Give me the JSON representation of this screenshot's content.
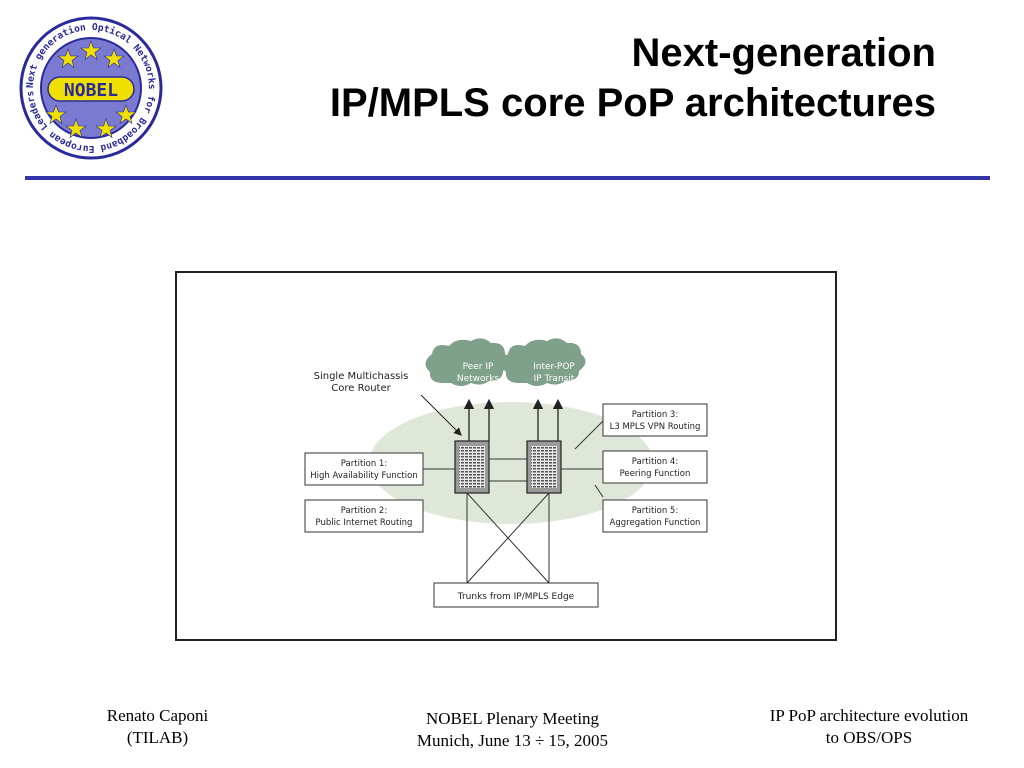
{
  "logo": {
    "ring_text": "Next generation Optical Networks for Broadband European Leadership",
    "center_text": "NOBEL",
    "colors": {
      "ring": "#2a2a9c",
      "fill": "#7a7ad0",
      "stars": "#f0e000",
      "text": "#ffffff"
    }
  },
  "title": {
    "line1": "Next-generation",
    "line2": "IP/MPLS core PoP architectures"
  },
  "accent_color": "#3333aa",
  "diagram": {
    "router_label": {
      "line1": "Single Multichassis",
      "line2": "Core Router"
    },
    "clouds": [
      {
        "line1": "Peer IP",
        "line2": "Networks"
      },
      {
        "line1": "Inter-POP",
        "line2": "IP Transit"
      }
    ],
    "partitions": [
      {
        "line1": "Partition 1:",
        "line2": "High Availability Function"
      },
      {
        "line1": "Partition 2:",
        "line2": "Public Internet Routing"
      },
      {
        "line1": "Partition 3:",
        "line2": "L3 MPLS VPN Routing"
      },
      {
        "line1": "Partition 4:",
        "line2": "Peering Function"
      },
      {
        "line1": "Partition 5:",
        "line2": "Aggregation Function"
      }
    ],
    "trunks_label": "Trunks from IP/MPLS Edge",
    "colors": {
      "cloud": "#7fa08a",
      "ellipse": "#dfe8d8",
      "lines": "#333333"
    }
  },
  "footer": {
    "left": {
      "line1": "Renato Caponi",
      "line2": "(TILAB)"
    },
    "center": {
      "line1": "NOBEL Plenary Meeting",
      "line2": "Munich, June  13  ÷ 15, 2005"
    },
    "right": {
      "line1": "IP PoP architecture evolution",
      "line2": "to OBS/OPS"
    }
  }
}
